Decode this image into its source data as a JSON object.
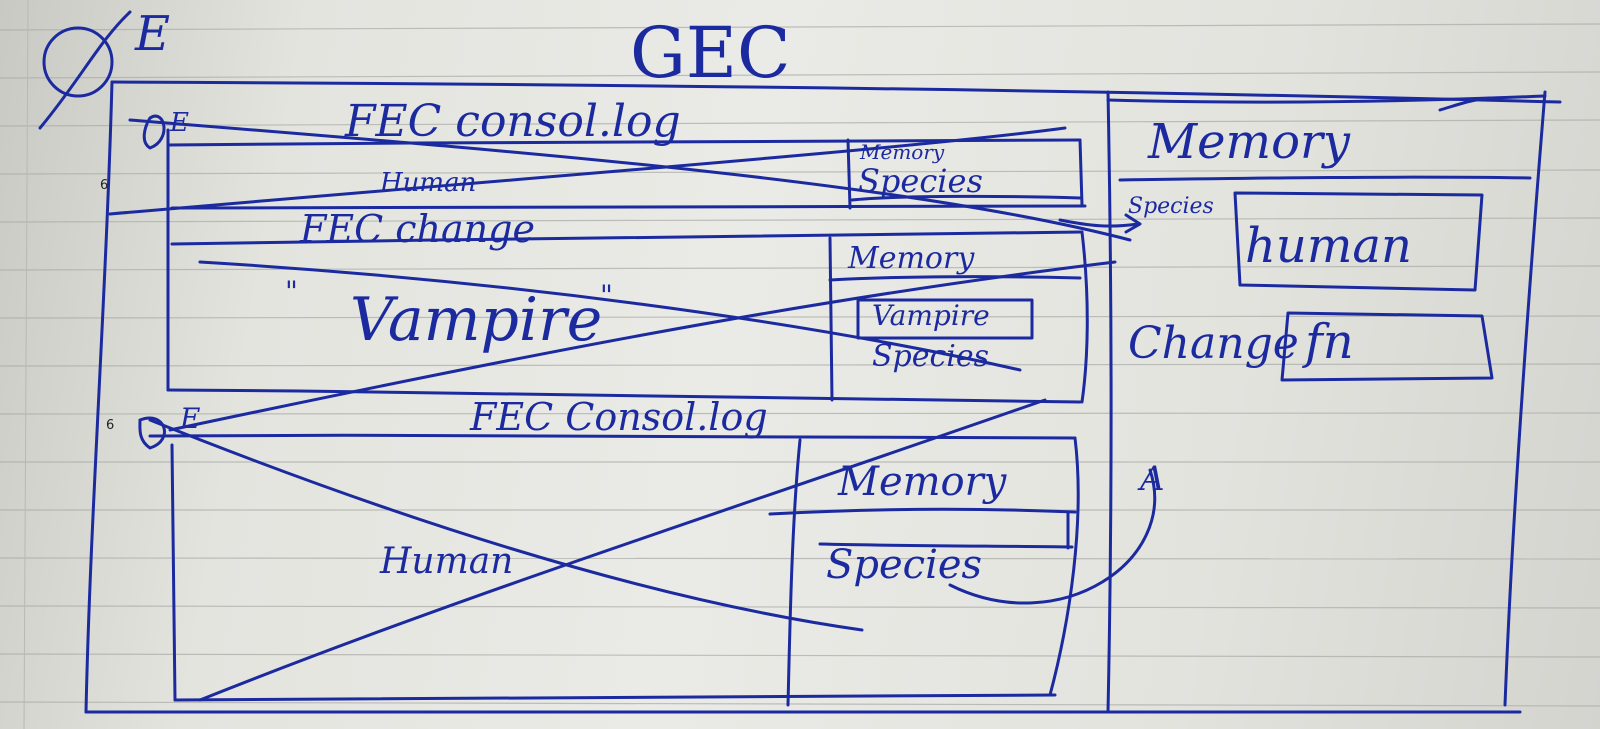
{
  "page": {
    "title": "GEC",
    "margin_number": "6",
    "corner_marker": "E"
  },
  "global_context": {
    "marker": "E",
    "fec_1": {
      "marker": "E",
      "label": "FEC consol.log",
      "body": "Human",
      "memory_label": "Memory",
      "memory_item": "Species"
    },
    "fec_2": {
      "label": "FEC change",
      "body": "Vampire",
      "quote_open": "\"",
      "quote_close": "\"",
      "memory_label": "Memory",
      "memory_value": "Vampire",
      "memory_item": "Species"
    },
    "fec_3": {
      "marker": "E",
      "label": "FEC Consol.log",
      "body": "Human",
      "memory_label": "Memory",
      "memory_item": "Species"
    }
  },
  "memory_panel": {
    "title": "Memory",
    "rows": [
      {
        "key": "Species",
        "value": "human"
      },
      {
        "key": "Change",
        "value": "fn"
      }
    ],
    "note": "A"
  },
  "colors": {
    "ink": "#1c2aa0",
    "paper": "#e6e6e2"
  }
}
